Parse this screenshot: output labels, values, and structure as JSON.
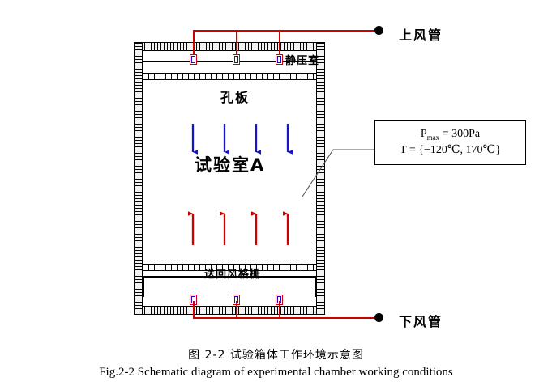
{
  "figure": {
    "caption_cn": "图 2-2 试验箱体工作环境示意图",
    "caption_en": "Fig.2-2 Schematic diagram of experimental chamber working conditions"
  },
  "chamber": {
    "labels": {
      "plenum": "静压室",
      "orifice_plate": "孔板",
      "test_room": "试验室A",
      "return_grille": "送回风格栅"
    }
  },
  "ducts": {
    "upper": "上风管",
    "lower": "下风管"
  },
  "callout": {
    "pressure": "P",
    "pressure_sub": "max",
    "pressure_value": " = 300Pa",
    "temperature": "T = {−120℃,  170℃}"
  },
  "colors": {
    "supply_arrow": "#1414c8",
    "return_arrow": "#cc0000",
    "wiring": "#cc0000",
    "sensor_outer": "#cc0000",
    "sensor_inner": "#1414c8",
    "wall": "#000000"
  },
  "airflow": {
    "supply_direction": "down",
    "supply_arrow_count": 4,
    "return_direction": "up",
    "return_arrow_count": 4
  },
  "sensors": {
    "top_count": 3,
    "bottom_count": 3
  }
}
